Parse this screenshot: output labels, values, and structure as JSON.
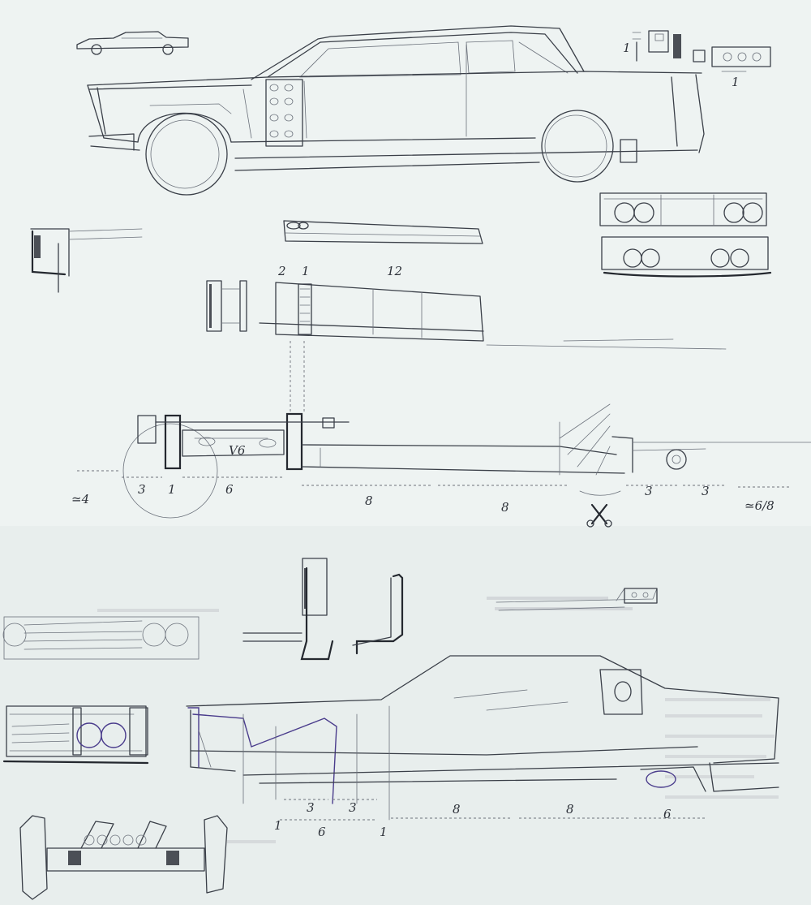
{
  "labels": {
    "engine": "V6",
    "tail_width": "1",
    "tail_height": "1",
    "front_block_left": "2",
    "front_block_right": "1",
    "front_block_length": "12"
  },
  "chassis_dims": {
    "front_overhang": "≃4",
    "front_gap": "3",
    "axle": "1",
    "engine_bay": "6",
    "mid_left": "8",
    "mid_right": "8",
    "rear_gap": "3",
    "rear_tail": "3",
    "rear_overhang": "≃6/8"
  },
  "lower_dims": {
    "a": "3",
    "b": "3",
    "c": "1",
    "d": "6",
    "e": "1",
    "f": "8",
    "g": "8",
    "h": "6"
  }
}
